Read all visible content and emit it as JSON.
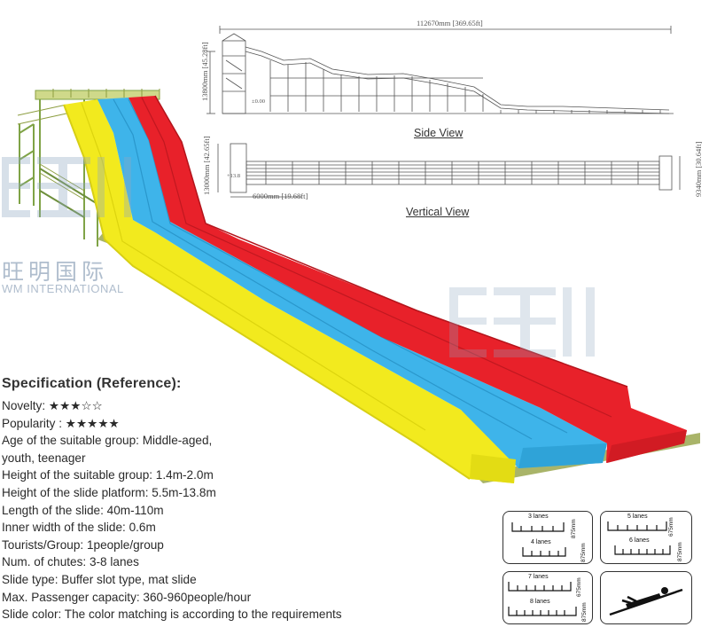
{
  "drawing": {
    "overall_length": "112670mm [369.65ft]",
    "height_side": "13800mm [45.28ft]",
    "height_vertical": "13000mm [42.65ft]",
    "platform_width": "6000mm [19.68ft]",
    "end_width": "9340mm [30.64ft]",
    "ground_mark": "±0.00",
    "level_mark": "+13.8",
    "side_view_label": "Side View",
    "vertical_view_label": "Vertical View"
  },
  "watermark": {
    "cn": "旺明国际",
    "en": "WM INTERNATIONAL"
  },
  "spec": {
    "title": "Specification (Reference):",
    "lines": [
      "Novelty: ★★★☆☆",
      "Popularity : ★★★★★",
      "Age of the suitable group: Middle-aged,",
      "youth, teenager",
      "Height of the suitable group: 1.4m-2.0m",
      "Height of the slide platform: 5.5m-13.8m",
      "Length of the slide: 40m-110m",
      "Inner width of the slide: 0.6m",
      "Tourists/Group: 1people/group",
      "Num. of chutes: 3-8 lanes",
      "Slide type: Buffer slot type, mat slide",
      "Max. Passenger capacity: 360-960people/hour",
      "Slide color: The color matching is according to the requirements"
    ]
  },
  "lanes": {
    "l3": "3 lanes",
    "l4": "4 lanes",
    "l5": "5 lanes",
    "l6": "6 lanes",
    "l7": "7 lanes",
    "l8": "8 lanes",
    "h875": "875mm",
    "h675": "675mm"
  },
  "colors": {
    "yellow": "#f2ea1e",
    "blue": "#3eb4ea",
    "red": "#e8212a",
    "structure": "#7fa346"
  }
}
